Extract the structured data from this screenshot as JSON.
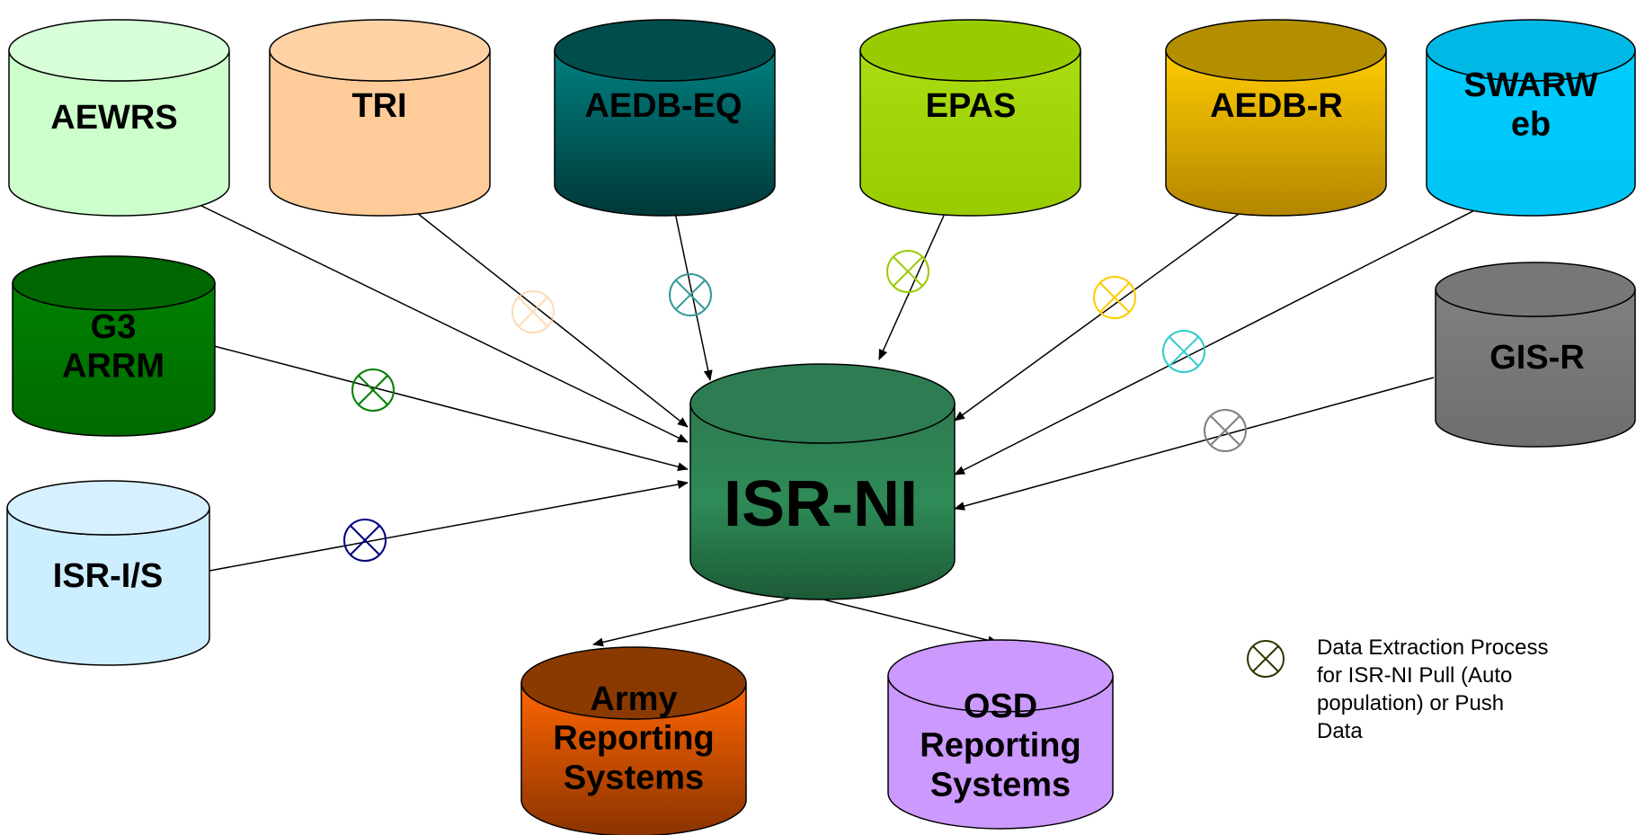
{
  "nodes": {
    "aewrs": {
      "label": [
        "AEWRS"
      ]
    },
    "tri": {
      "label": [
        "TRI"
      ]
    },
    "aedbeq": {
      "label": [
        "AEDB-EQ"
      ]
    },
    "epas": {
      "label": [
        "EPAS"
      ]
    },
    "aedbr": {
      "label": [
        "AEDB-R"
      ]
    },
    "swarweb": {
      "label": [
        "SWARW",
        "eb"
      ]
    },
    "g3arrm": {
      "label": [
        "G3",
        "ARRM"
      ]
    },
    "gisr": {
      "label": [
        "GIS-R"
      ]
    },
    "isris": {
      "label": [
        "ISR-I/S"
      ]
    },
    "isrni": {
      "label": [
        "ISR-NI"
      ]
    },
    "army": {
      "label": [
        "Army",
        "Reporting",
        "Systems"
      ]
    },
    "osd": {
      "label": [
        "OSD",
        "Reporting",
        "Systems"
      ]
    }
  },
  "legend": {
    "text": "Data Extraction Process for ISR-NI Pull (Auto population) or Push Data",
    "line1": "Data Extraction Process",
    "line2": "for ISR-NI Pull (Auto",
    "line3": "population) or Push",
    "line4": "Data"
  },
  "colors": {
    "aewrs": "#ccffcc",
    "tri": "#ffcc99",
    "aedbeq": "#006666",
    "epas": "#99cc00",
    "aedbr": "#ffcc00",
    "swarweb": "#00ccff",
    "g3arrm": "#008000",
    "gisr": "#808080",
    "isris": "#cceeff",
    "isrni": "#2e8b57",
    "army": "#e06000",
    "osd": "#cc99ff",
    "marker_tri": "#ffcc99",
    "marker_aedbeq": "#339999",
    "marker_epas": "#99cc00",
    "marker_aedbr": "#ffcc00",
    "marker_swarweb": "#33cccc",
    "marker_g3arrm": "#008000",
    "marker_gisr": "#808080",
    "marker_isris": "#000080",
    "marker_legend": "#333300"
  }
}
